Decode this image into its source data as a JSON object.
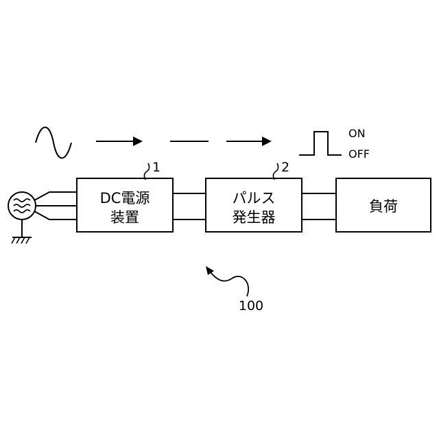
{
  "blocks": [
    {
      "id": "dc-power-supply",
      "line1": "DC電源",
      "line2": "装置",
      "ref": "1"
    },
    {
      "id": "pulse-generator",
      "line1": "パルス",
      "line2": "発生器",
      "ref": "2"
    },
    {
      "id": "load",
      "line1": "負荷",
      "line2": "",
      "ref": ""
    }
  ],
  "signal": {
    "on_label": "ON",
    "off_label": "OFF"
  },
  "system_ref": "100"
}
